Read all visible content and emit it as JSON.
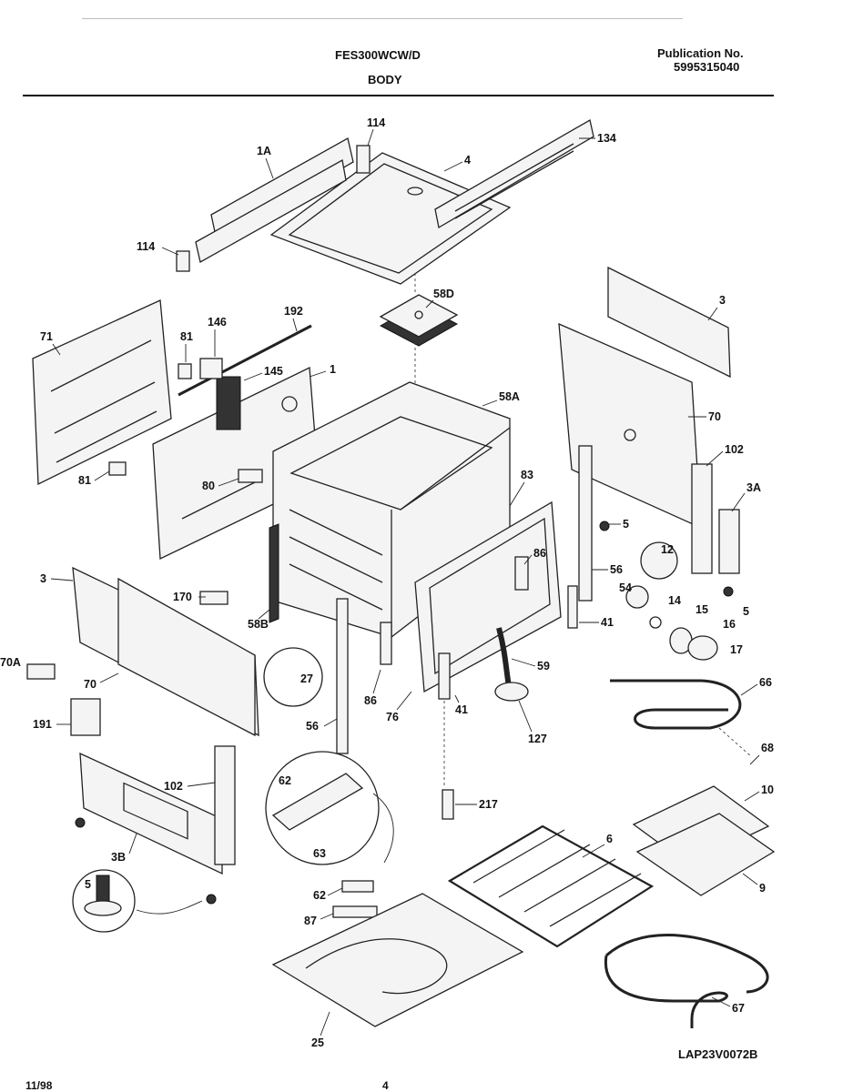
{
  "header": {
    "model": "FES300WCW/D",
    "section": "BODY",
    "publication_label": "Publication No.",
    "publication_number": "5995315040"
  },
  "footer": {
    "date": "11/98",
    "page": "4",
    "drawing_id": "LAP23V0072B"
  },
  "callouts": {
    "c114a": "114",
    "c1A": "1A",
    "c4": "4",
    "c134": "134",
    "c114b": "114",
    "c58D": "58D",
    "c71": "71",
    "c81a": "81",
    "c146": "146",
    "c192": "192",
    "c145": "145",
    "c1": "1",
    "c58A": "58A",
    "c3a": "3",
    "c70a": "70",
    "c102a": "102",
    "c3A": "3A",
    "c81b": "81",
    "c80": "80",
    "c83": "83",
    "c5a": "5",
    "c12": "12",
    "c86a": "86",
    "c56a": "56",
    "c54": "54",
    "c14": "14",
    "c15": "15",
    "c5b": "5",
    "c16": "16",
    "c41a": "41",
    "c17": "17",
    "c3b": "3",
    "c170": "170",
    "c58B": "58B",
    "c59": "59",
    "c66": "66",
    "c70A": "70A",
    "c70b": "70",
    "c27": "27",
    "c86b": "86",
    "c76": "76",
    "c41b": "41",
    "c127": "127",
    "c191": "191",
    "c56b": "56",
    "c68": "68",
    "c102b": "102",
    "c62a": "62",
    "c10": "10",
    "c217": "217",
    "c6": "6",
    "c3B": "3B",
    "c63": "63",
    "c9": "9",
    "c5c": "5",
    "c62b": "62",
    "c87": "87",
    "c67": "67",
    "c25": "25"
  }
}
